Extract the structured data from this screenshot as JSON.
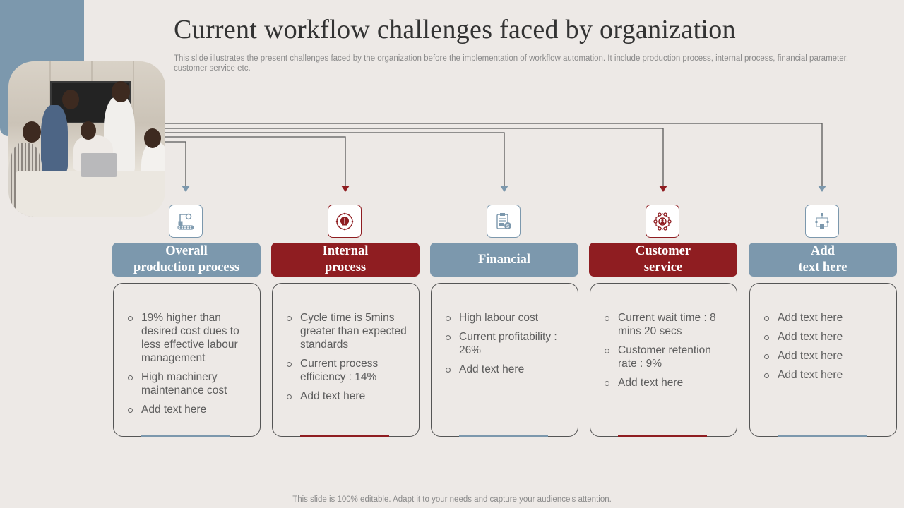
{
  "slide": {
    "title": "Current workflow challenges faced by organization",
    "subtitle": "This slide illustrates the present challenges faced by the organization before the implementation of workflow automation. It include production process, internal process, financial parameter, customer service etc.",
    "footer": "This slide is 100% editable. Adapt it to your needs and capture your audience's attention.",
    "photo_alt": "team-meeting-photo"
  },
  "colors": {
    "background": "#ede9e6",
    "blue": "#7c98ad",
    "red": "#8f1d21",
    "connector": "#5a5a5a",
    "text": "#5d5d5d"
  },
  "columns": [
    {
      "icon": "conveyor-robot-icon",
      "theme": "blue",
      "header": "Overall\nproduction process",
      "header_lines": [
        "Overall",
        "production process"
      ],
      "bullets": [
        "19% higher than desired cost  dues to less effective labour management",
        "High machinery maintenance  cost",
        "Add text here"
      ]
    },
    {
      "icon": "lightbulb-gear-target-icon",
      "theme": "red",
      "header_lines": [
        "Internal",
        "process"
      ],
      "bullets": [
        "Cycle time is 5mins greater than expected standards",
        "Current process efficiency : 14%",
        "Add text here"
      ]
    },
    {
      "icon": "financial-report-dollar-icon",
      "theme": "blue",
      "header_lines": [
        "Financial"
      ],
      "bullets": [
        "High labour cost",
        "Current profitability : 26%",
        "Add text here"
      ]
    },
    {
      "icon": "customer-network-icon",
      "theme": "red",
      "header_lines": [
        "Customer",
        "service"
      ],
      "bullets": [
        "Current wait time : 8 mins 20 secs",
        "Customer retention rate : 9%",
        "Add text here"
      ]
    },
    {
      "icon": "flowchart-icon",
      "theme": "blue",
      "header_lines": [
        "Add",
        "text here"
      ],
      "bullets": [
        "Add text here",
        "Add text here",
        "Add text here",
        "Add text here"
      ]
    }
  ]
}
